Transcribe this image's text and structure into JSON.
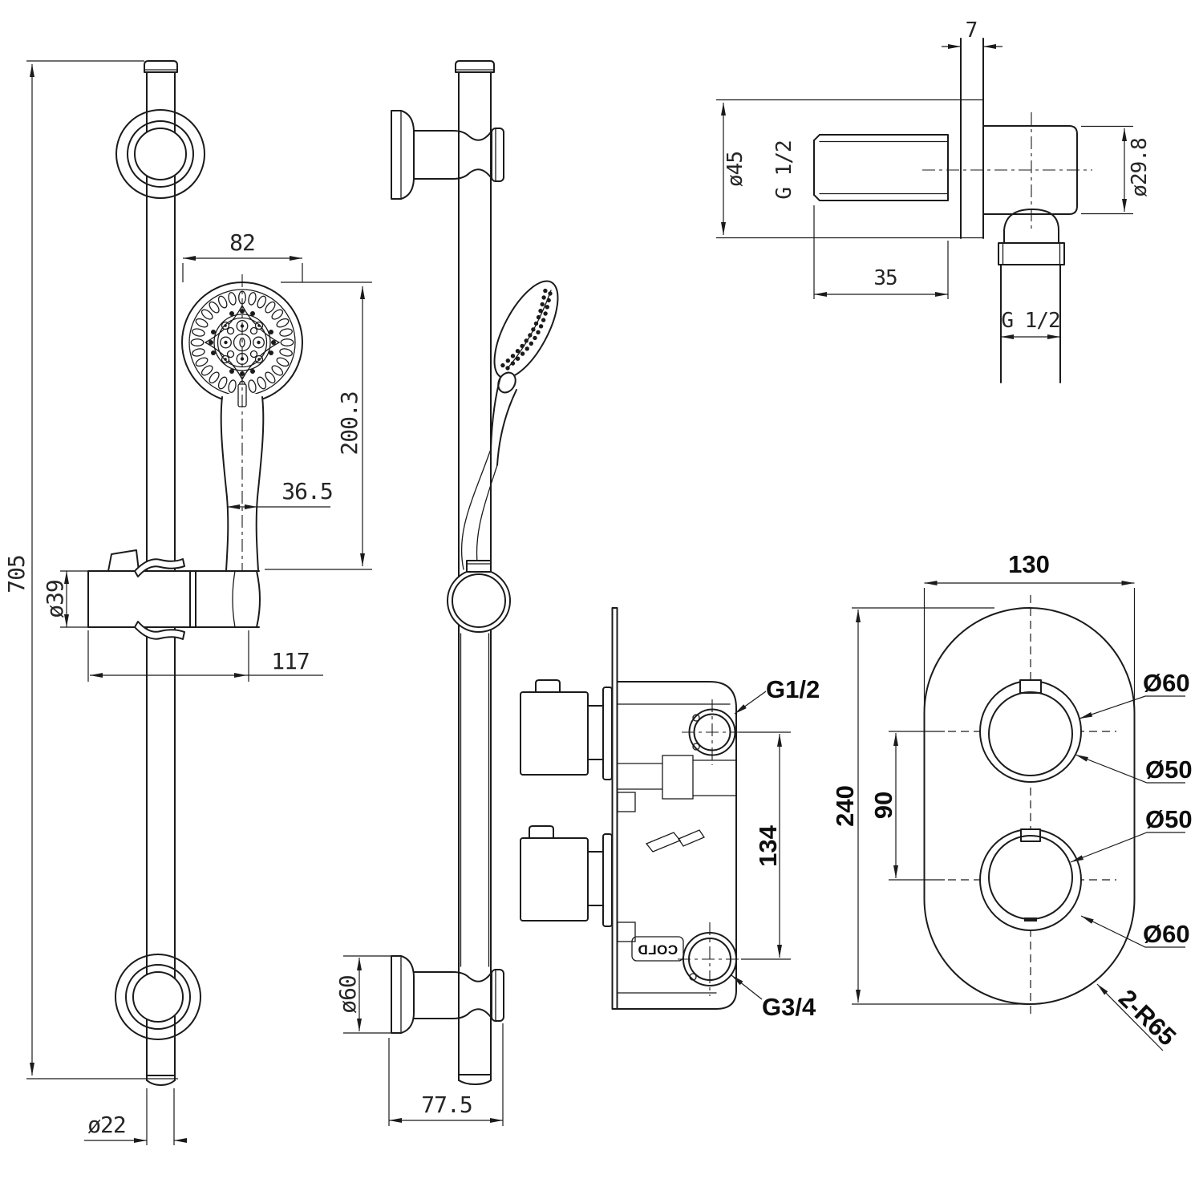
{
  "drawing": {
    "title": "shower-rail-kit-technical-drawing",
    "background": "#ffffff",
    "line_color": "#1b1b1b",
    "label_color": "#0d0d0d",
    "dims": {
      "rail_height": "705",
      "rail_diameter": "ø22",
      "head_width": "82",
      "head_length": "200.3",
      "handle_width": "36.5",
      "holder_diameter": "ø39",
      "holder_length": "117",
      "bracket_diameter": "ø60",
      "bracket_depth": "77.5",
      "outlet_plate_thickness": "7",
      "outlet_flange_diameter": "ø45",
      "outlet_inlet_thread": "G 1/2",
      "outlet_body_length": "35",
      "outlet_barrel_diameter": "ø29.8",
      "outlet_bottom_thread": "G 1/2",
      "valve_top_port": "G1/2",
      "valve_port_spacing": "134",
      "valve_bottom_port": "G3/4",
      "valve_cold_label": "COLD",
      "plate_width": "130",
      "plate_height": "240",
      "plate_knob_spacing": "90",
      "plate_knob_outer_top": "Ø60",
      "plate_knob_inner_top": "Ø50",
      "plate_knob_inner_bottom": "Ø50",
      "plate_knob_outer_bottom": "Ø60",
      "plate_corner_radius": "2-R65"
    }
  }
}
